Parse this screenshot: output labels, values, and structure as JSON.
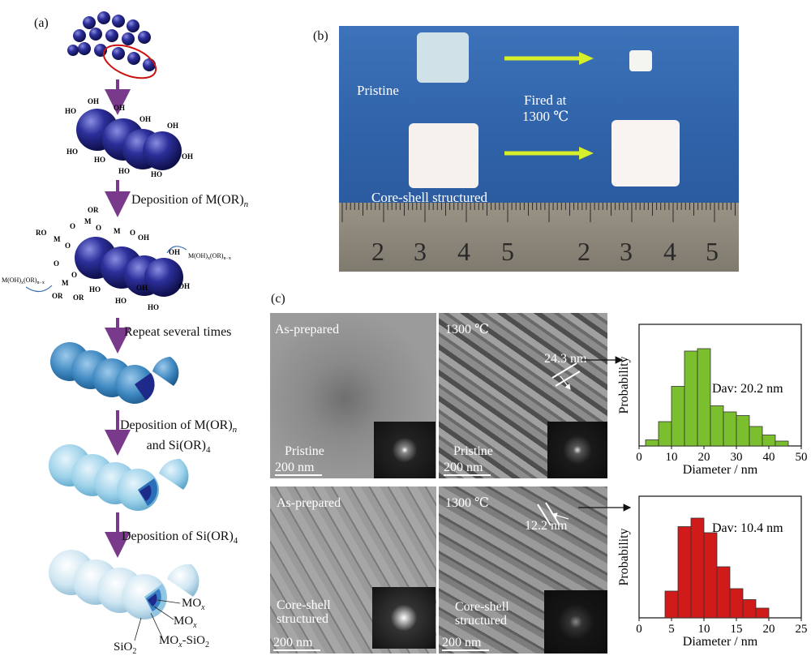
{
  "panel_a": {
    "label": "(a)",
    "steps": [
      {
        "text": "Deposition of M(OR)",
        "sub": "n"
      },
      {
        "text": "Repeat several times",
        "sub": ""
      },
      {
        "text": "Deposition of M(OR)",
        "sub": "n",
        "text2": "and Si(OR)",
        "sub2": "4"
      },
      {
        "text": "Deposition of Si(OR)",
        "sub": "4"
      }
    ],
    "molecule_labels": {
      "oh": "OH",
      "ho": "HO",
      "m": "M",
      "or": "OR",
      "ro": "RO",
      "o": "O",
      "right_species": "M(OH)x(OR)n-x",
      "left_species": "M(OH)x(OR)n-x"
    },
    "layer_labels": [
      "MOx",
      "MOx",
      "MOx-SiO2",
      "SiO2"
    ]
  },
  "panel_b": {
    "label": "(b)",
    "pristine": "Pristine",
    "fired_line1": "Fired at",
    "fired_line2": "1300 ℃",
    "core_shell": "Core-shell structured",
    "ruler_numbers": [
      "2",
      "3",
      "4",
      "5",
      "2",
      "3",
      "4",
      "5"
    ]
  },
  "panel_c": {
    "label": "(c)",
    "images": [
      {
        "top": "As-prepared",
        "bottom": "Pristine",
        "scale": "200 nm"
      },
      {
        "top": "1300 ℃",
        "bottom": "Pristine",
        "scale": "200 nm",
        "measure": "24.3 nm"
      },
      {
        "top": "As-prepared",
        "bottom": "Core-shell\nstructured",
        "scale": "200 nm"
      },
      {
        "top": "1300 ℃",
        "bottom": "Core-shell\nstructured",
        "scale": "200 nm",
        "measure": "12.2 nm"
      }
    ]
  },
  "chart_data": [
    {
      "type": "bar",
      "xlabel": "Diameter / nm",
      "ylabel": "Probability",
      "annotation": "Dav: 20.2 nm",
      "bin_width": 4,
      "bins_start": [
        2,
        6,
        10,
        14,
        18,
        22,
        26,
        30,
        34,
        38,
        42
      ],
      "values": [
        0.05,
        0.2,
        0.49,
        0.78,
        0.8,
        0.33,
        0.28,
        0.25,
        0.16,
        0.09,
        0.04
      ],
      "xlim": [
        0,
        50
      ],
      "xticks": [
        0,
        10,
        20,
        30,
        40,
        50
      ],
      "color": "#7cbf2e"
    },
    {
      "type": "bar",
      "xlabel": "Diameter / nm",
      "ylabel": "Probability",
      "annotation": "Dav: 10.4 nm",
      "bin_width": 2,
      "bins_start": [
        4,
        6,
        8,
        10,
        12,
        14,
        16,
        18
      ],
      "values": [
        0.22,
        0.75,
        0.82,
        0.7,
        0.42,
        0.24,
        0.15,
        0.08
      ],
      "xlim": [
        0,
        25
      ],
      "xticks": [
        0,
        5,
        10,
        15,
        20,
        25
      ],
      "color": "#d11a1a"
    }
  ]
}
